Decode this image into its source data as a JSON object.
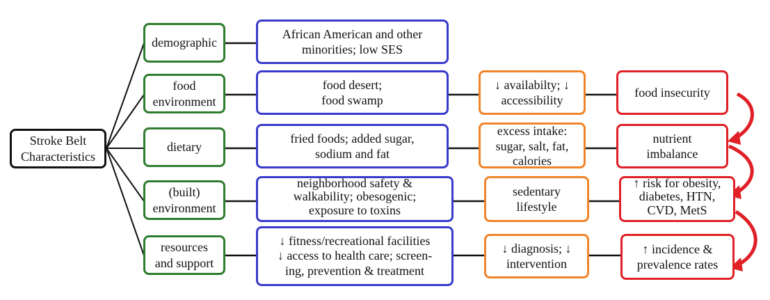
{
  "root": {
    "label": "Stroke Belt\nCharacteristics"
  },
  "rows": [
    {
      "category": "demographic",
      "description": "African American and other\nminorities; low SES"
    },
    {
      "category": "food\nenvironment",
      "description": "food desert;\nfood swamp",
      "effect": "↓ availabilty; ↓\naccessibility",
      "outcome": "food insecurity"
    },
    {
      "category": "dietary",
      "description": "fried foods; added sugar,\nsodium and fat",
      "effect": "excess intake:\nsugar, salt, fat,\ncalories",
      "outcome": "nutrient\nimbalance"
    },
    {
      "category": "(built)\nenvironment",
      "description": "neighborhood safety &\nwalkability; obesogenic;\nexposure to toxins",
      "effect": "sedentary\nlifestyle",
      "outcome": "↑ risk for obesity,\ndiabetes, HTN,\nCVD, MetS"
    },
    {
      "category": "resources\nand support",
      "description": "↓  fitness/recreational facilities\n↓ access to health care; screen-\ning, prevention & treatment",
      "effect": "↓ diagnosis;  ↓\nintervention",
      "outcome": "↑ incidence &\nprevalence rates"
    }
  ],
  "colors": {
    "root_border": "#111111",
    "category_border": "#2e7d2e",
    "description_border": "#3a3acc",
    "effect_border": "#f0842a",
    "outcome_border": "#e01f26",
    "arrow": "#e01f26"
  }
}
